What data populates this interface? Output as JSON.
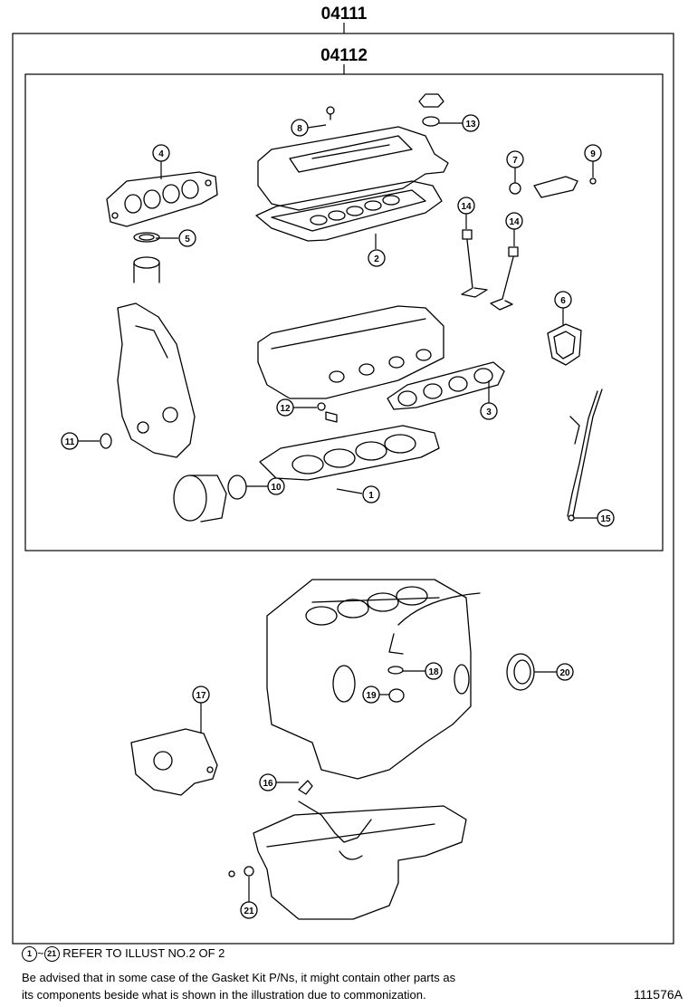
{
  "kit_outer": {
    "part_number": "04111"
  },
  "kit_inner": {
    "part_number": "04112"
  },
  "callouts": [
    "1",
    "2",
    "3",
    "4",
    "5",
    "6",
    "7",
    "8",
    "9",
    "10",
    "11",
    "12",
    "13",
    "14",
    "14",
    "15",
    "16",
    "17",
    "18",
    "19",
    "20",
    "21"
  ],
  "refer_note": {
    "range_start": "1",
    "range_sep": "~",
    "range_end": "21",
    "text": "REFER TO ILLUST NO.2 OF 2"
  },
  "advise_note": {
    "line1": "Be advised that in some case of the Gasket Kit P/Ns,  it might contain other parts as",
    "line2": "its components beside what is shown in the illustration due to commonization."
  },
  "illustration_id": "111576A"
}
